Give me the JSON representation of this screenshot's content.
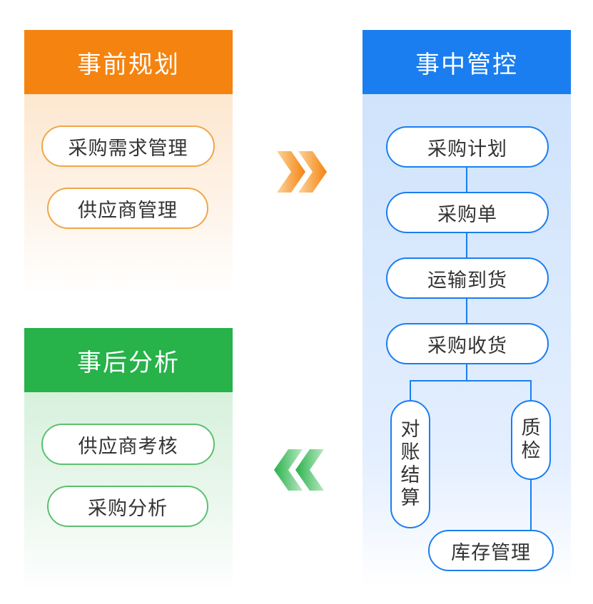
{
  "before": {
    "title": "事前规划",
    "items": [
      "采购需求管理",
      "供应商管理"
    ]
  },
  "during": {
    "title": "事中管控",
    "steps": [
      "采购计划",
      "采购单",
      "运输到货",
      "采购收货"
    ],
    "branch_left": "对账结算",
    "branch_right": "质检",
    "final": "库存管理"
  },
  "after": {
    "title": "事后分析",
    "items": [
      "供应商考核",
      "采购分析"
    ]
  },
  "colors": {
    "orange": "#f5830f",
    "blue": "#1a7ef0",
    "green": "#27b24a"
  }
}
